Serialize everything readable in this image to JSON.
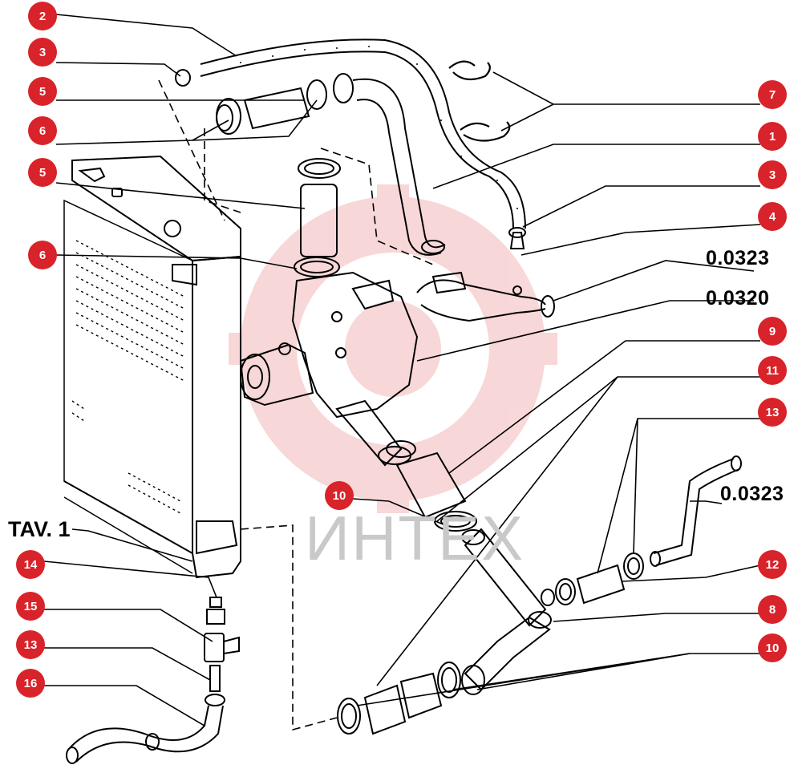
{
  "sheet_label": "TAV. 1",
  "references": [
    "0.0323",
    "0.0320",
    "0.0323"
  ],
  "watermark": "ИНТЕХ",
  "callouts": [
    "2",
    "3",
    "5",
    "6",
    "5",
    "6",
    "7",
    "1",
    "3",
    "4",
    "9",
    "11",
    "13",
    "10",
    "12",
    "8",
    "10",
    "14",
    "15",
    "13",
    "16"
  ],
  "colors": {
    "callout": "#d8232a",
    "line": "#000000",
    "watermark_logo": "#f2b8b8",
    "watermark_text": "#c9c9c9"
  }
}
